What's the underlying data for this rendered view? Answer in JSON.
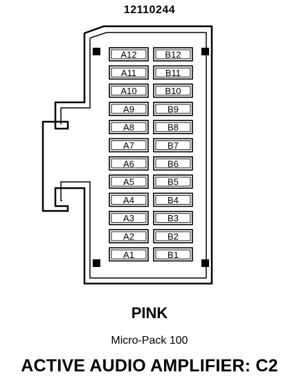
{
  "part_number": "12110244",
  "pins": [
    {
      "a": "A12",
      "b": "B12"
    },
    {
      "a": "A11",
      "b": "B11"
    },
    {
      "a": "A10",
      "b": "B10"
    },
    {
      "a": "A9",
      "b": "B9"
    },
    {
      "a": "A8",
      "b": "B8"
    },
    {
      "a": "A7",
      "b": "B7"
    },
    {
      "a": "A6",
      "b": "B6"
    },
    {
      "a": "A5",
      "b": "B5"
    },
    {
      "a": "A4",
      "b": "B4"
    },
    {
      "a": "A3",
      "b": "B3"
    },
    {
      "a": "A2",
      "b": "B2"
    },
    {
      "a": "A1",
      "b": "B1"
    }
  ],
  "color_label": "PINK",
  "connector_type": "Micro-Pack 100",
  "title": "ACTIVE AUDIO AMPLIFIER: C2"
}
